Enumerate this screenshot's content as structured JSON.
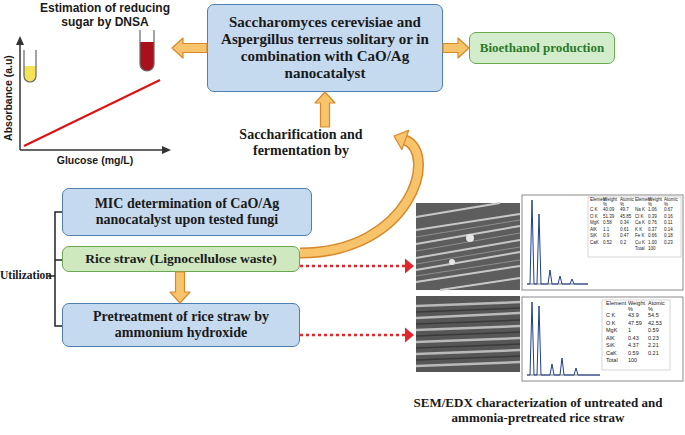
{
  "diagram": {
    "nodes": [
      {
        "text": [
          "Estimation of reducing sugar by DNSA",
          "Absorbance (a.u)",
          "Glucose (mg/L)"
        ]
      },
      {
        "text": [
          "Saccharomyces cerevisiae and Aspergillus terreus solitary or in combination with CaO/Ag nanocatalyst"
        ]
      },
      {
        "text": [
          "Bioethanol production"
        ]
      },
      {
        "text": [
          "MIC determination of CaO/Ag nanocatalyst upon tested fungi"
        ]
      },
      {
        "text": [
          "Rice straw (Lignocellulose waste)"
        ]
      },
      {
        "text": [
          "Pretreatment of rice straw by ammonium hydroxide"
        ]
      },
      {
        "text": [
          "Element",
          "Weight %",
          "Atomic %",
          "Element",
          "Weight %",
          "Atomic %",
          "C K",
          "40.09",
          "49.7",
          "Na K",
          "1.06",
          "0.67",
          "O K",
          "51.39",
          "45.85",
          "Cl K",
          "0.39",
          "0.16",
          "MgK",
          "0.58",
          "0.34",
          "Ca K",
          "0.76",
          "0.11",
          "AlK",
          "1.1",
          "0.61",
          "K K",
          "0.37",
          "0.14",
          "SiK",
          "0.9",
          "0.47",
          "Fe K",
          "0.66",
          "0.18",
          "CaK",
          "0.52",
          "0.2",
          "Cu K",
          "1.00",
          "0.23",
          "Total",
          "100"
        ]
      },
      {
        "text": [
          "Element",
          "Weight %",
          "Atomic %",
          "C K",
          "43.9",
          "54.5",
          "O K",
          "47.59",
          "42.53",
          "MgK",
          "1",
          "0.59",
          "AlK",
          "0.43",
          "0.23",
          "SiK",
          "4.37",
          "2.21",
          "CaK",
          "0.59",
          "0.21",
          "Total",
          "100"
        ]
      }
    ],
    "edges": [
      {
        "from": 1,
        "to": 0,
        "arrow": "to"
      },
      {
        "from": 1,
        "to": 2,
        "arrow": "to"
      },
      {
        "from": 4,
        "to": 1,
        "label": "Saccharification and fermentation by",
        "arrow": "to"
      },
      {
        "from": 4,
        "to": 5,
        "arrow": "to"
      },
      {
        "from": 4,
        "to": 6,
        "arrow": "to"
      },
      {
        "from": 5,
        "to": 7,
        "arrow": "to"
      }
    ],
    "labels": [
      "Utilization",
      "SEM/EDX characterization of untreated and ammonia-pretreated rice straw"
    ]
  }
}
